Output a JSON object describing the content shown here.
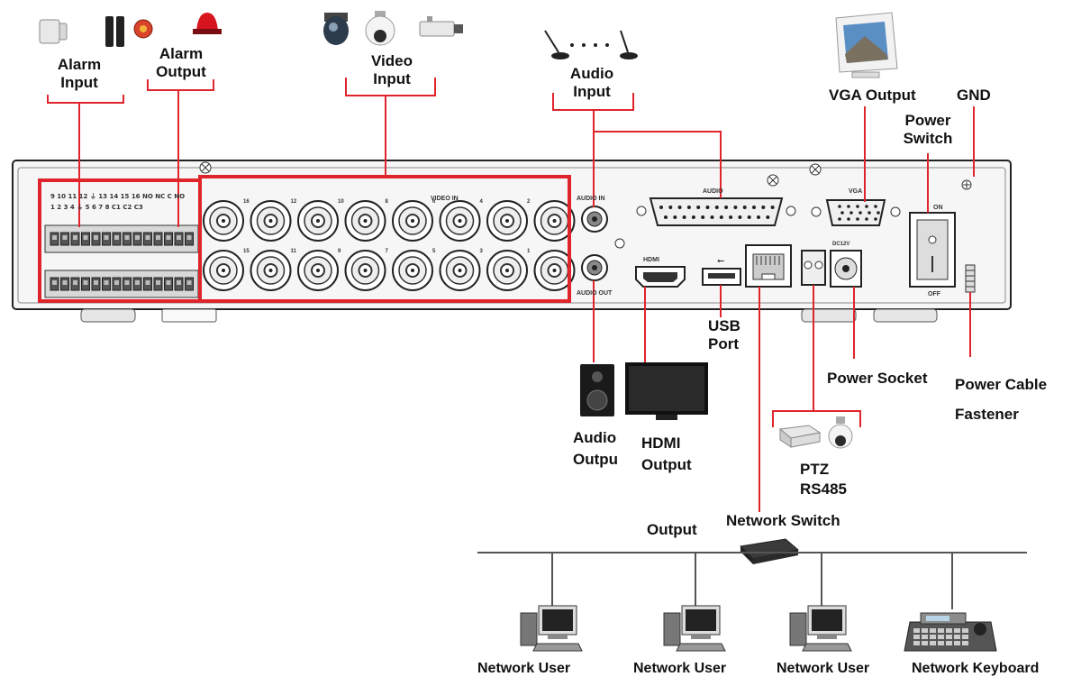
{
  "labels": {
    "alarm_input": [
      "Alarm",
      "Input"
    ],
    "alarm_output": [
      "Alarm",
      "Output"
    ],
    "video_input": [
      "Video",
      "Input"
    ],
    "audio_input": [
      "Audio",
      "Input"
    ],
    "vga_output": "VGA Output",
    "gnd": "GND",
    "power_switch": [
      "Power",
      "Switch"
    ],
    "usb_port": [
      "USB",
      "Port"
    ],
    "power_socket": "Power Socket",
    "power_cable_fastener": [
      "Power Cable",
      "Fastener"
    ],
    "audio_output": [
      "Audio",
      "Outpu"
    ],
    "hdmi_output": [
      "HDMI",
      "Output"
    ],
    "ptz_rs485": [
      "PTZ",
      "RS485"
    ],
    "network_switch": "Network Switch",
    "output": "Output",
    "network_users": [
      "Network User",
      "Network User",
      "Network User"
    ],
    "network_keyboard": "Network Keyboard"
  },
  "panel": {
    "video_in": "VIDEO IN",
    "audio_in": "AUDIO IN",
    "audio_out": "AUDIO OUT",
    "audio": "AUDIO",
    "vga": "VGA",
    "hdmi": "HDMI",
    "dc": "DC12V",
    "on": "ON",
    "off": "OFF",
    "terminal_top": "9  10  11  12  ⏚  13  14  15  16 NO NC C NO",
    "terminal_bottom": "1  2  3  4  ⏚  5  6  7  8 C1 C2 C3",
    "bnc_top": [
      "16",
      "",
      "12",
      "",
      "10",
      "",
      "8",
      "",
      "6",
      "",
      "4",
      "",
      "2",
      ""
    ],
    "bnc_bottom": [
      "15",
      "",
      "11",
      "",
      "9",
      "",
      "7",
      "",
      "5",
      "",
      "3",
      "",
      "1",
      ""
    ]
  },
  "colors": {
    "callout": "#e0242c",
    "panel": "#f4f4f4",
    "outline": "#222222",
    "network_line": "#555555"
  }
}
